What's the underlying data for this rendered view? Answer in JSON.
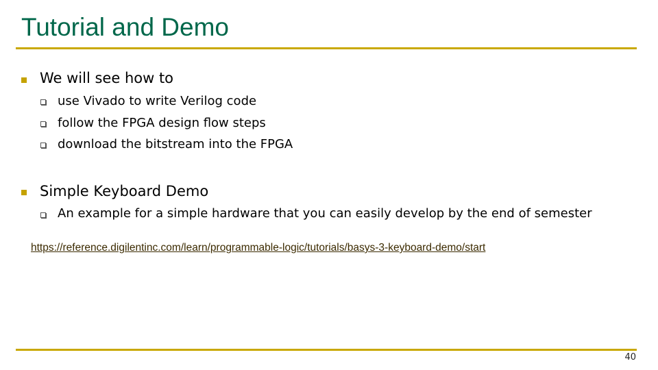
{
  "slide": {
    "title": "Tutorial and Demo",
    "sections": [
      {
        "heading": "We will see how to",
        "items": [
          "use Vivado to write Verilog code",
          "follow the FPGA design flow steps",
          "download the bitstream into the FPGA"
        ]
      },
      {
        "heading": "Simple Keyboard Demo",
        "items": [
          "An example for a simple hardware that you can easily develop by the end of semester"
        ]
      }
    ],
    "link": "https://reference.digilentinc.com/learn/programmable-logic/tutorials/basys-3-keyboard-demo/start",
    "page_number": "40"
  },
  "colors": {
    "title": "#00674a",
    "rule": "#c9a800",
    "bullet": "#c5a200"
  }
}
